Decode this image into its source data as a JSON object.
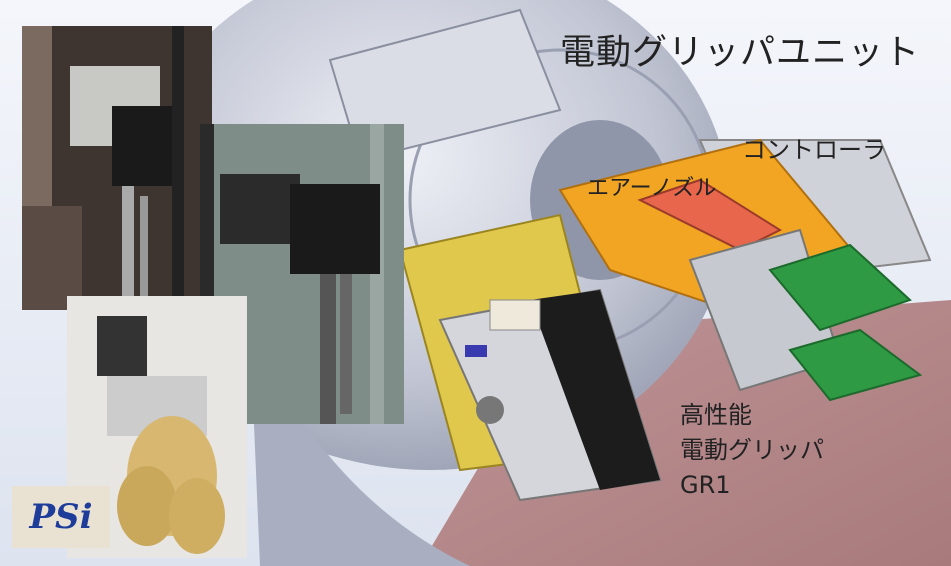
{
  "title": "電動グリッパユニット",
  "labels": {
    "controller": "コントローラ",
    "air_nozzle": "エアーノズル",
    "gripper_line1": "高性能",
    "gripper_line2": "電動グリッパ",
    "gripper_line3": "GR1"
  },
  "logo": "PSi",
  "colors": {
    "floor": "#b78a8c",
    "robot_gray": "#c4c8d4",
    "mount_yellow": "#e0c84c",
    "bracket_orange": "#f2a522",
    "nozzle_red": "#e8674c",
    "finger_green": "#2e9a44",
    "motor_black": "#1c1c1c"
  }
}
